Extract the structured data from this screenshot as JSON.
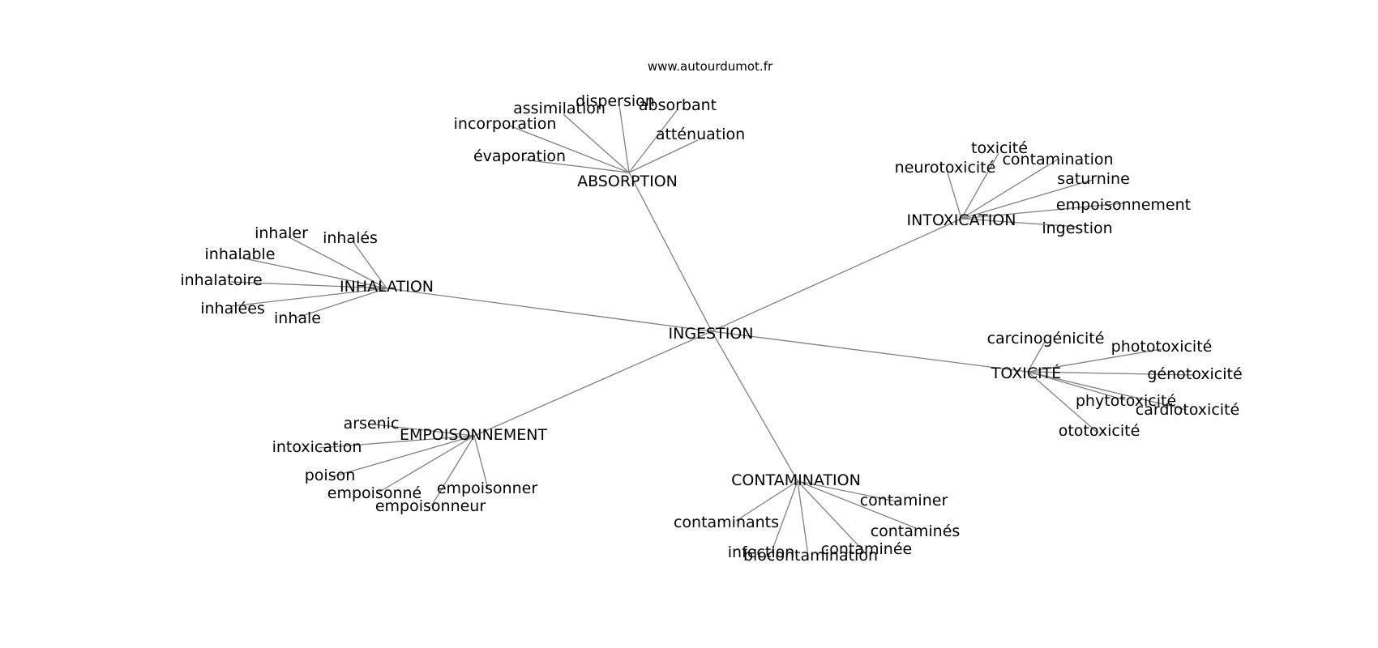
{
  "site": "www.autourdumot.fr",
  "graph": {
    "center": "INGESTION",
    "hubs": [
      {
        "label": "ABSORPTION",
        "leaves": [
          "dispersion",
          "assimilation",
          "absorbant",
          "incorporation",
          "atténuation",
          "évaporation"
        ]
      },
      {
        "label": "INTOXICATION",
        "leaves": [
          "toxicité",
          "neurotoxicité",
          "contamination",
          "saturnine",
          "empoisonnement",
          "ingestion"
        ]
      },
      {
        "label": "INHALATION",
        "leaves": [
          "inhaler",
          "inhalés",
          "inhalable",
          "inhalatoire",
          "inhalées",
          "inhale"
        ]
      },
      {
        "label": "TOXICITÉ",
        "leaves": [
          "carcinogénicité",
          "phototoxicité",
          "génotoxicité",
          "phytotoxicité",
          "cardiotoxicité",
          "ototoxicité"
        ]
      },
      {
        "label": "EMPOISONNEMENT",
        "leaves": [
          "arsenic",
          "intoxication",
          "poison",
          "empoisonné",
          "empoisonner",
          "empoisonneur"
        ]
      },
      {
        "label": "CONTAMINATION",
        "leaves": [
          "contaminer",
          "contaminants",
          "contaminés",
          "contaminée",
          "infection",
          "biocontamination"
        ]
      }
    ],
    "colors": {
      "edge": "#808080",
      "text": "#000000",
      "background": "#ffffff"
    }
  }
}
